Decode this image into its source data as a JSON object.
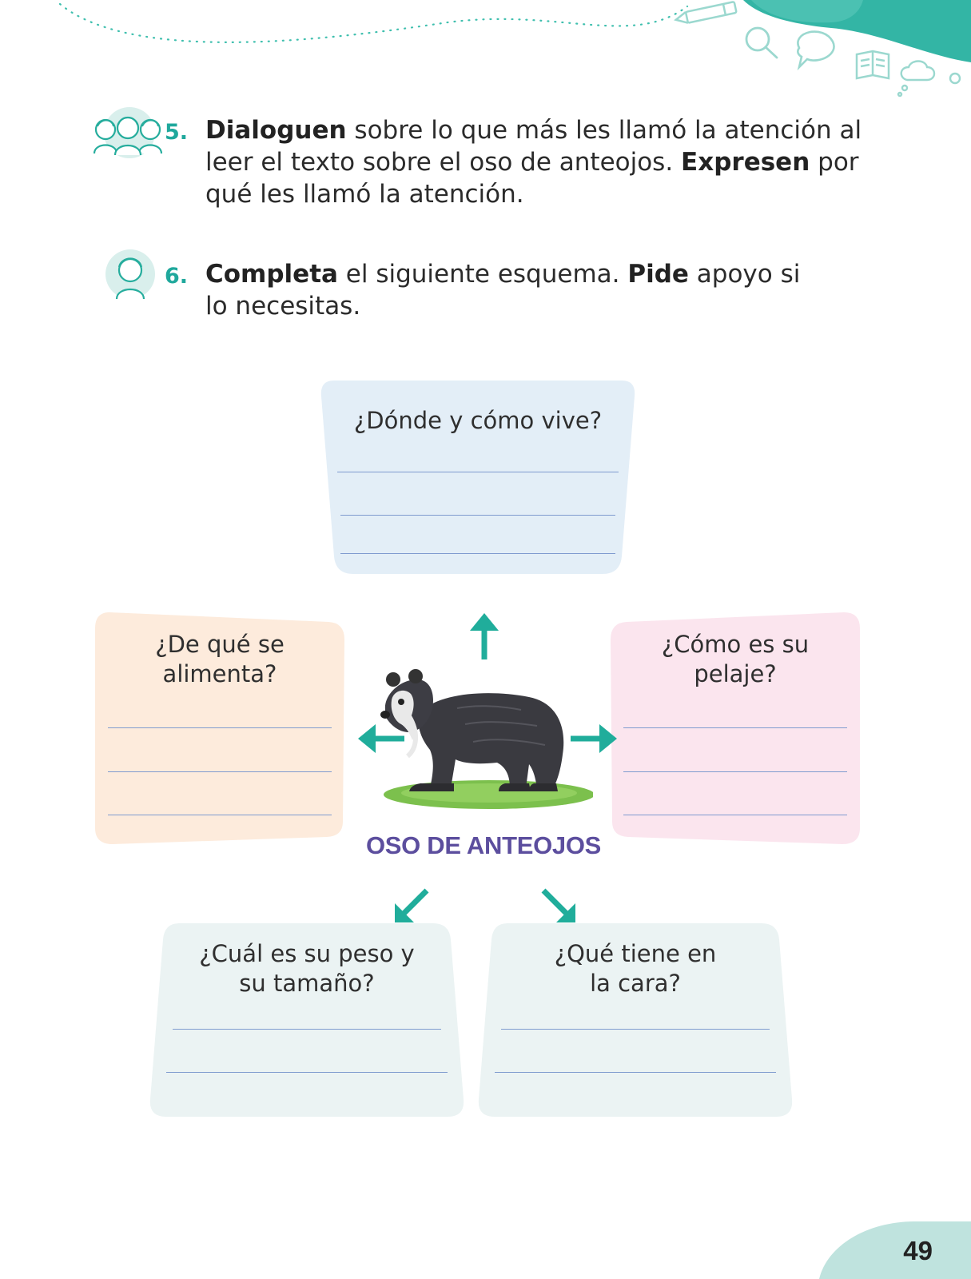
{
  "activities": [
    {
      "number": "5.",
      "icon": "group-of-students-icon",
      "lines": [
        [
          {
            "t": "Dialoguen",
            "b": true
          },
          {
            "t": " sobre lo que más les llamó la atención al"
          }
        ],
        [
          {
            "t": "leer el texto sobre el oso de anteojos. "
          },
          {
            "t": "Expresen",
            "b": true
          },
          {
            "t": " por"
          }
        ],
        [
          {
            "t": "qué les llamó la atención."
          }
        ]
      ]
    },
    {
      "number": "6.",
      "icon": "single-student-icon",
      "lines": [
        [
          {
            "t": "Completa",
            "b": true
          },
          {
            "t": " el siguiente esquema. "
          },
          {
            "t": "Pide",
            "b": true
          },
          {
            "t": " apoyo si"
          }
        ],
        [
          {
            "t": "lo necesitas."
          }
        ]
      ]
    }
  ],
  "diagram": {
    "center_label": "OSO DE ANTEOJOS",
    "center_image": "spectacled-bear-illustration",
    "cards": {
      "top": {
        "question": [
          "¿Dónde y cómo vive?"
        ],
        "color": "#e3eef7"
      },
      "left": {
        "question": [
          "¿De qué se",
          "alimenta?"
        ],
        "color": "#fdebdc"
      },
      "right": {
        "question": [
          "¿Cómo es su",
          "pelaje?"
        ],
        "color": "#fbe5ee"
      },
      "bottom_left": {
        "question": [
          "¿Cuál es su peso y",
          "su tamaño?"
        ],
        "color": "#ebf3f3"
      },
      "bottom_right": {
        "question": [
          "¿Qué tiene en",
          "la cara?"
        ],
        "color": "#ebf3f3"
      }
    },
    "accent_color": "#20ad9b"
  },
  "page_number": "49",
  "icons": [
    "pencil-icon",
    "magnifier-icon",
    "speech-bubble-icon",
    "open-book-icon",
    "thought-cloud-icon"
  ]
}
